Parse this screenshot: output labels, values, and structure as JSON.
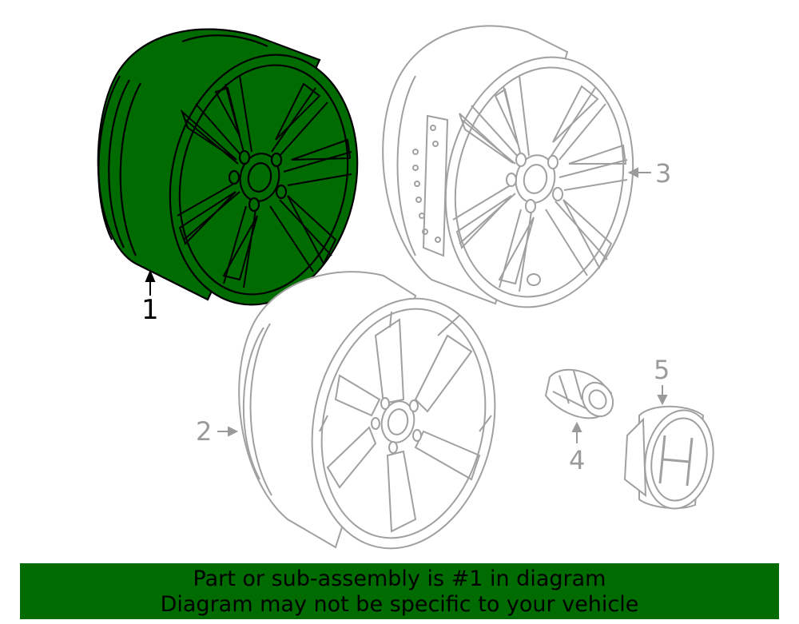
{
  "callouts": {
    "c1": "1",
    "c2": "2",
    "c3": "3",
    "c4": "4",
    "c5": "5"
  },
  "banner": {
    "line1": "Part or sub-assembly is #1 in diagram",
    "line2": "Diagram may not be specific to your vehicle"
  },
  "colors": {
    "highlight": "#006b00",
    "outline": "#a0a0a0",
    "banner_bg": "#006b00"
  }
}
